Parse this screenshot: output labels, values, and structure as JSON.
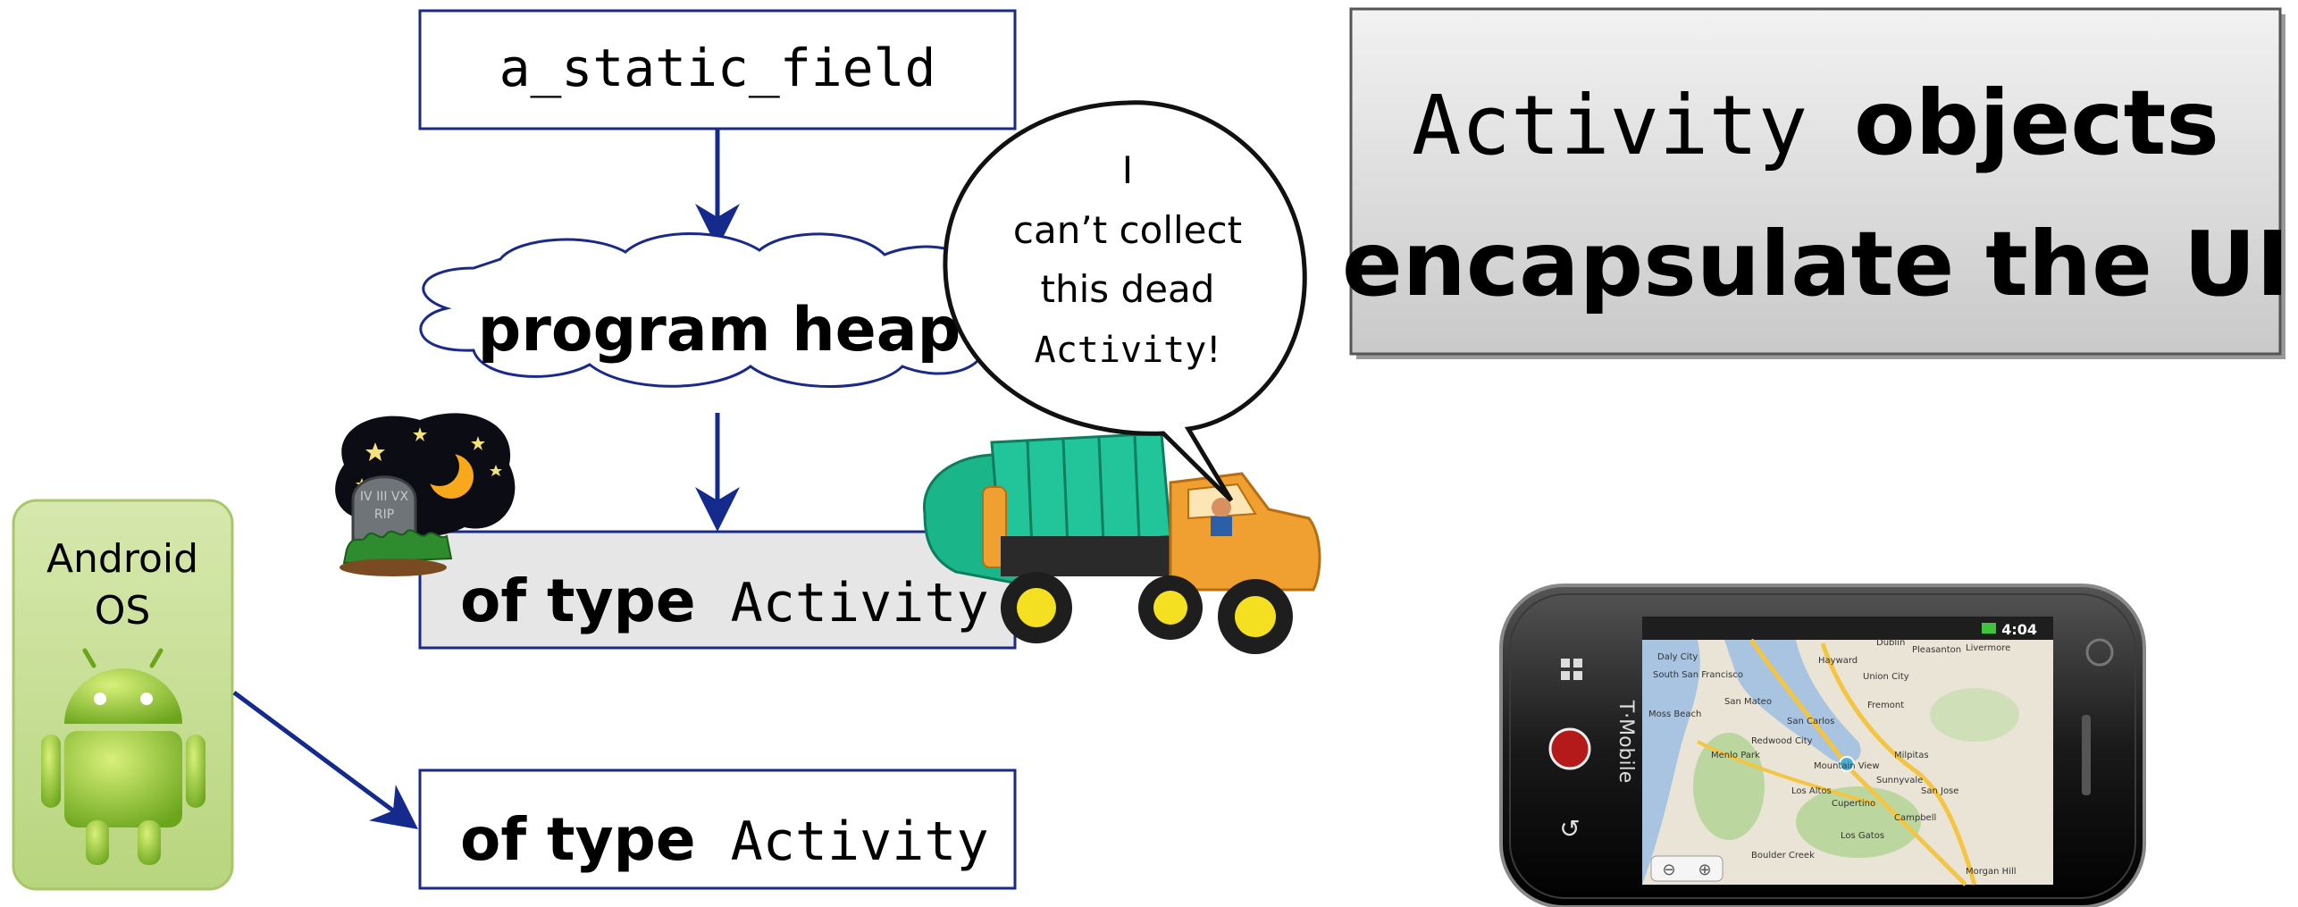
{
  "boxes": {
    "static_field": "a_static_field",
    "heap": "program heap",
    "activity_top": {
      "prefix": "of type",
      "type": "Activity"
    },
    "activity_bottom": {
      "prefix": "of type",
      "type": "Activity"
    }
  },
  "speech_bubble": {
    "line1": "I",
    "line2": "can’t collect",
    "line3": "this dead",
    "line4_code": "Activity",
    "line4_end": "!"
  },
  "android_box": {
    "line1": "Android",
    "line2": "OS"
  },
  "tombstone": {
    "label1": "IV III VX",
    "label2": "RIP"
  },
  "title_card": {
    "code_word": "Activity",
    "line1_rest": "objects",
    "line2": "encapsulate the UI"
  },
  "phone": {
    "time": "4:04",
    "carrier": "T·Mobile",
    "map_labels": [
      "Daly City",
      "South San Francisco",
      "San Mateo",
      "Hayward",
      "Union City",
      "Fremont",
      "Moss Beach",
      "San Carlos",
      "Redwood City",
      "Menlo Park",
      "Mountain View",
      "Milpitas",
      "Sunnyvale",
      "Los Altos",
      "San Jose",
      "Cupertino",
      "Campbell",
      "Los Gatos",
      "Morgan Hill",
      "Pleasanton",
      "Livermore",
      "Dublin",
      "Boulder Creek"
    ]
  },
  "colors": {
    "arrow": "#142a8c",
    "box_border": "#1a2a8a",
    "gray_box": "#e6e6e6",
    "android_green": "#8ec63f",
    "android_box_bg": "#c8df98",
    "title_card_bg": "#d8d8d8",
    "truck_green": "#1bb58a",
    "truck_orange": "#f0a030",
    "map_land": "#e9e4d6",
    "map_water": "#a8c4e0"
  }
}
